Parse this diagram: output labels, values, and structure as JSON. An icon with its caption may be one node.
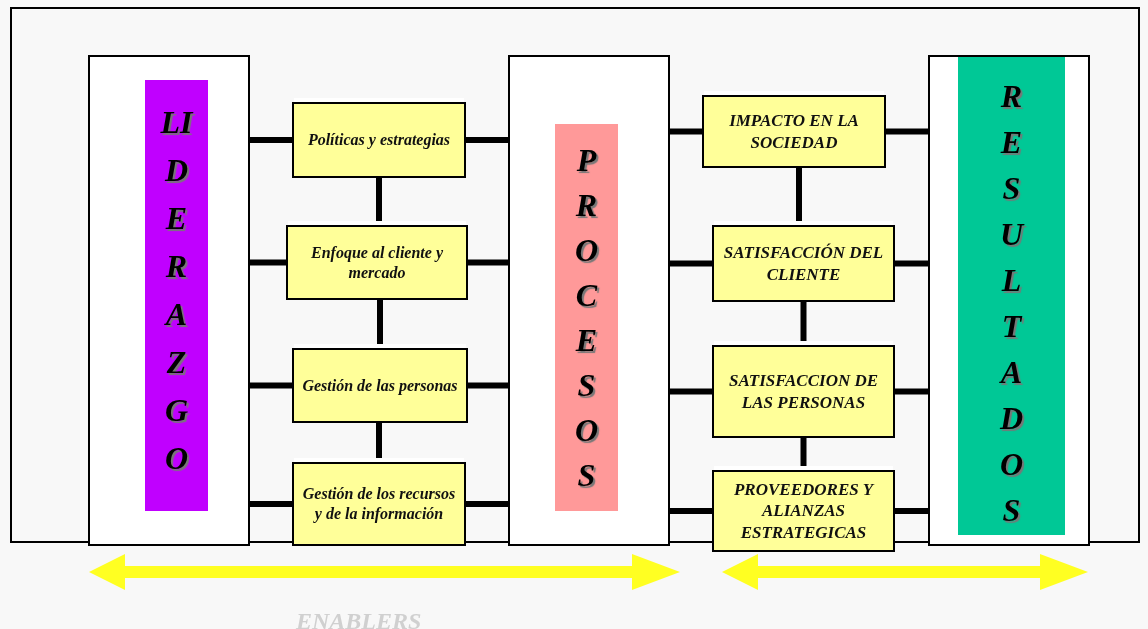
{
  "diagram": {
    "nodes": [
      {
        "text": [],
        "shape": "box"
      },
      {
        "text": [
          "LIDERAZGO"
        ],
        "in": 0
      },
      {
        "text": [
          "Políticas y estrategias"
        ]
      },
      {
        "text": [
          "Enfoque al cliente y mercado"
        ]
      },
      {
        "text": [
          "Gestión de las personas"
        ]
      },
      {
        "text": [
          "Gestión de los recursos y de la información"
        ]
      },
      {
        "text": [],
        "shape": "box"
      },
      {
        "text": [
          "PROCESOS"
        ],
        "in": 6
      },
      {
        "text": [
          "IMPACTO EN LA SOCIEDAD"
        ]
      },
      {
        "text": [
          "SATISFACCIÓN DEL CLIENTE"
        ]
      },
      {
        "text": [
          "SATISFACCION DE LAS PERSONAS"
        ]
      },
      {
        "text": [
          "PROVEEDORES Y ALIANZAS ESTRATEGICAS"
        ]
      },
      {
        "text": [],
        "shape": "box"
      },
      {
        "text": [
          "RESULTADOS"
        ],
        "in": 12
      }
    ],
    "edges": [
      {
        "from": 0,
        "to": 2,
        "arrow": "none"
      },
      {
        "from": 0,
        "to": 3,
        "arrow": "none"
      },
      {
        "from": 0,
        "to": 4,
        "arrow": "none"
      },
      {
        "from": 0,
        "to": 5,
        "arrow": "none"
      },
      {
        "from": 2,
        "to": 3,
        "arrow": "none"
      },
      {
        "from": 3,
        "to": 4,
        "arrow": "none"
      },
      {
        "from": 4,
        "to": 5,
        "arrow": "none"
      },
      {
        "from": 2,
        "to": 6,
        "arrow": "none"
      },
      {
        "from": 3,
        "to": 6,
        "arrow": "none"
      },
      {
        "from": 4,
        "to": 6,
        "arrow": "none"
      },
      {
        "from": 5,
        "to": 6,
        "arrow": "none"
      },
      {
        "from": 6,
        "to": 8,
        "arrow": "none"
      },
      {
        "from": 6,
        "to": 9,
        "arrow": "none"
      },
      {
        "from": 6,
        "to": 10,
        "arrow": "none"
      },
      {
        "from": 6,
        "to": 11,
        "arrow": "none"
      },
      {
        "from": 8,
        "to": 9,
        "arrow": "none"
      },
      {
        "from": 9,
        "to": 10,
        "arrow": "none"
      },
      {
        "from": 10,
        "to": 11,
        "arrow": "none"
      },
      {
        "from": 8,
        "to": 12,
        "arrow": "none"
      },
      {
        "from": 9,
        "to": 12,
        "arrow": "none"
      },
      {
        "from": 10,
        "to": 12,
        "arrow": "none"
      },
      {
        "from": 11,
        "to": 12,
        "arrow": "none"
      }
    ],
    "labels": [
      "ENABLERS"
    ]
  }
}
